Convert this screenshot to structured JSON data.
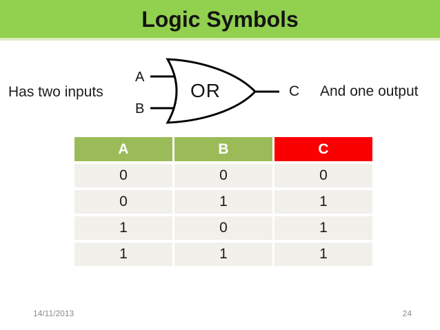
{
  "slide": {
    "title": "Logic Symbols",
    "caption_left": "Has two inputs",
    "caption_right": "And one output",
    "footer_date": "14/11/2013",
    "footer_page": "24"
  },
  "gate": {
    "type_label": "OR",
    "input_a": "A",
    "input_b": "B",
    "output_c": "C"
  },
  "truth_table": {
    "headers": [
      "A",
      "B",
      "C"
    ],
    "rows": [
      [
        "0",
        "0",
        "0"
      ],
      [
        "0",
        "1",
        "1"
      ],
      [
        "1",
        "0",
        "1"
      ],
      [
        "1",
        "1",
        "1"
      ]
    ]
  },
  "colors": {
    "title_bar": "#92D050",
    "title_bar_strip": "#D9ECC0",
    "header_green": "#9BBB59",
    "header_red": "#FA0000",
    "row_bg": "#F1F0EA",
    "footer_text": "#8A8A8A"
  }
}
